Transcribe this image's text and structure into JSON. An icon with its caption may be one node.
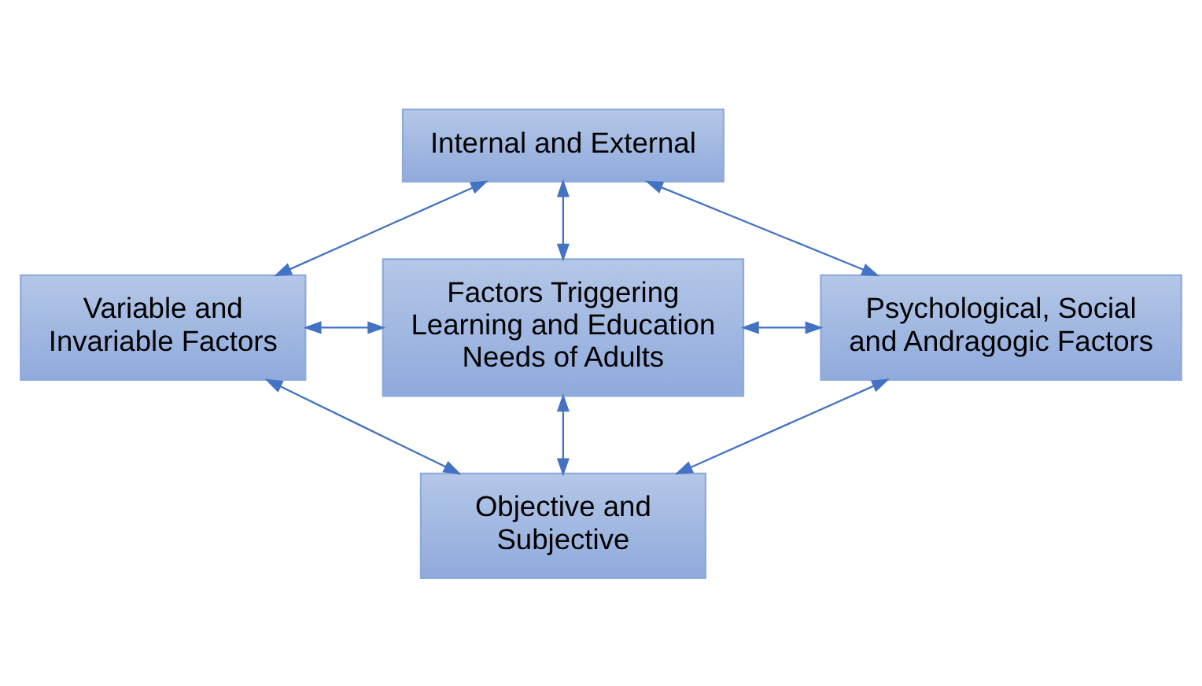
{
  "diagram": {
    "nodes": [
      {
        "text": [
          "Internal and External"
        ]
      },
      {
        "text": [
          "Variable and Invariable Factors"
        ]
      },
      {
        "text": [
          "Factors Triggering Learning and Education Needs of Adults"
        ]
      },
      {
        "text": [
          "Psychological, Social and Andragogic Factors"
        ]
      },
      {
        "text": [
          "Objective and Subjective"
        ]
      }
    ],
    "edges": [
      {
        "from": 1,
        "to": 0,
        "arrow": "both"
      },
      {
        "from": 0,
        "to": 3,
        "arrow": "both"
      },
      {
        "from": 0,
        "to": 2,
        "arrow": "both"
      },
      {
        "from": 1,
        "to": 2,
        "arrow": "both"
      },
      {
        "from": 2,
        "to": 3,
        "arrow": "both"
      },
      {
        "from": 2,
        "to": 4,
        "arrow": "both"
      },
      {
        "from": 1,
        "to": 4,
        "arrow": "both"
      },
      {
        "from": 3,
        "to": 4,
        "arrow": "both"
      }
    ]
  }
}
